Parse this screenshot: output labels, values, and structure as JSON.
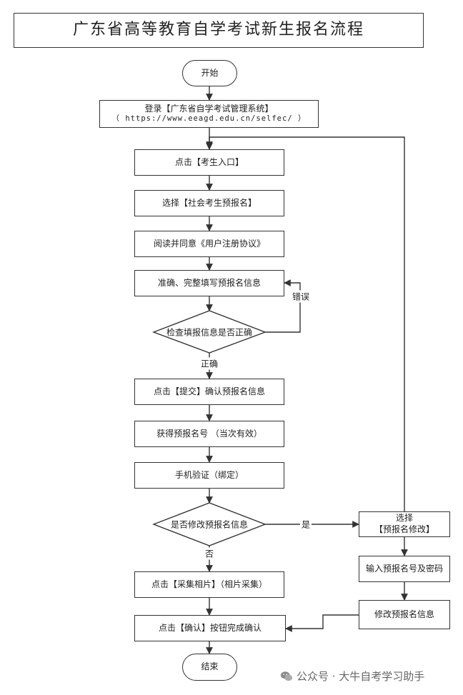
{
  "title": "广东省高等教育自学考试新生报名流程",
  "nodes": {
    "start": "开始",
    "login_line1": "登录【广东省自学考试管理系统】",
    "login_line2": "（ https://www.eeagd.edu.cn/selfec/ ）",
    "click_entry": "点击【考生入口】",
    "select_social": "选择【社会考生预报名】",
    "read_agree": "阅读并同意《用户注册协议》",
    "fill_info": "准确、完整填写预报名信息",
    "check_info": "检查填报信息是否正确",
    "submit": "点击【提交】确认预报名信息",
    "get_number": "获得预报名号 （当次有效）",
    "phone_verify": "手机验证（绑定）",
    "modify_q": "是否修改预报名信息",
    "collect_photo": "点击【采集相片】（相片采集）",
    "confirm": "点击【确认】按钮完成确认",
    "end": "结束",
    "select_modify_line1": "选择",
    "select_modify_line2": "【预报名修改】",
    "input_number": "输入预报名号及密码",
    "modify_info": "修改预报名信息"
  },
  "edge_labels": {
    "error": "错误",
    "correct": "正确",
    "yes": "是",
    "no": "否"
  },
  "watermark": {
    "icon": "wechat-icon",
    "text": "公众号 · 大牛自考学习助手"
  }
}
